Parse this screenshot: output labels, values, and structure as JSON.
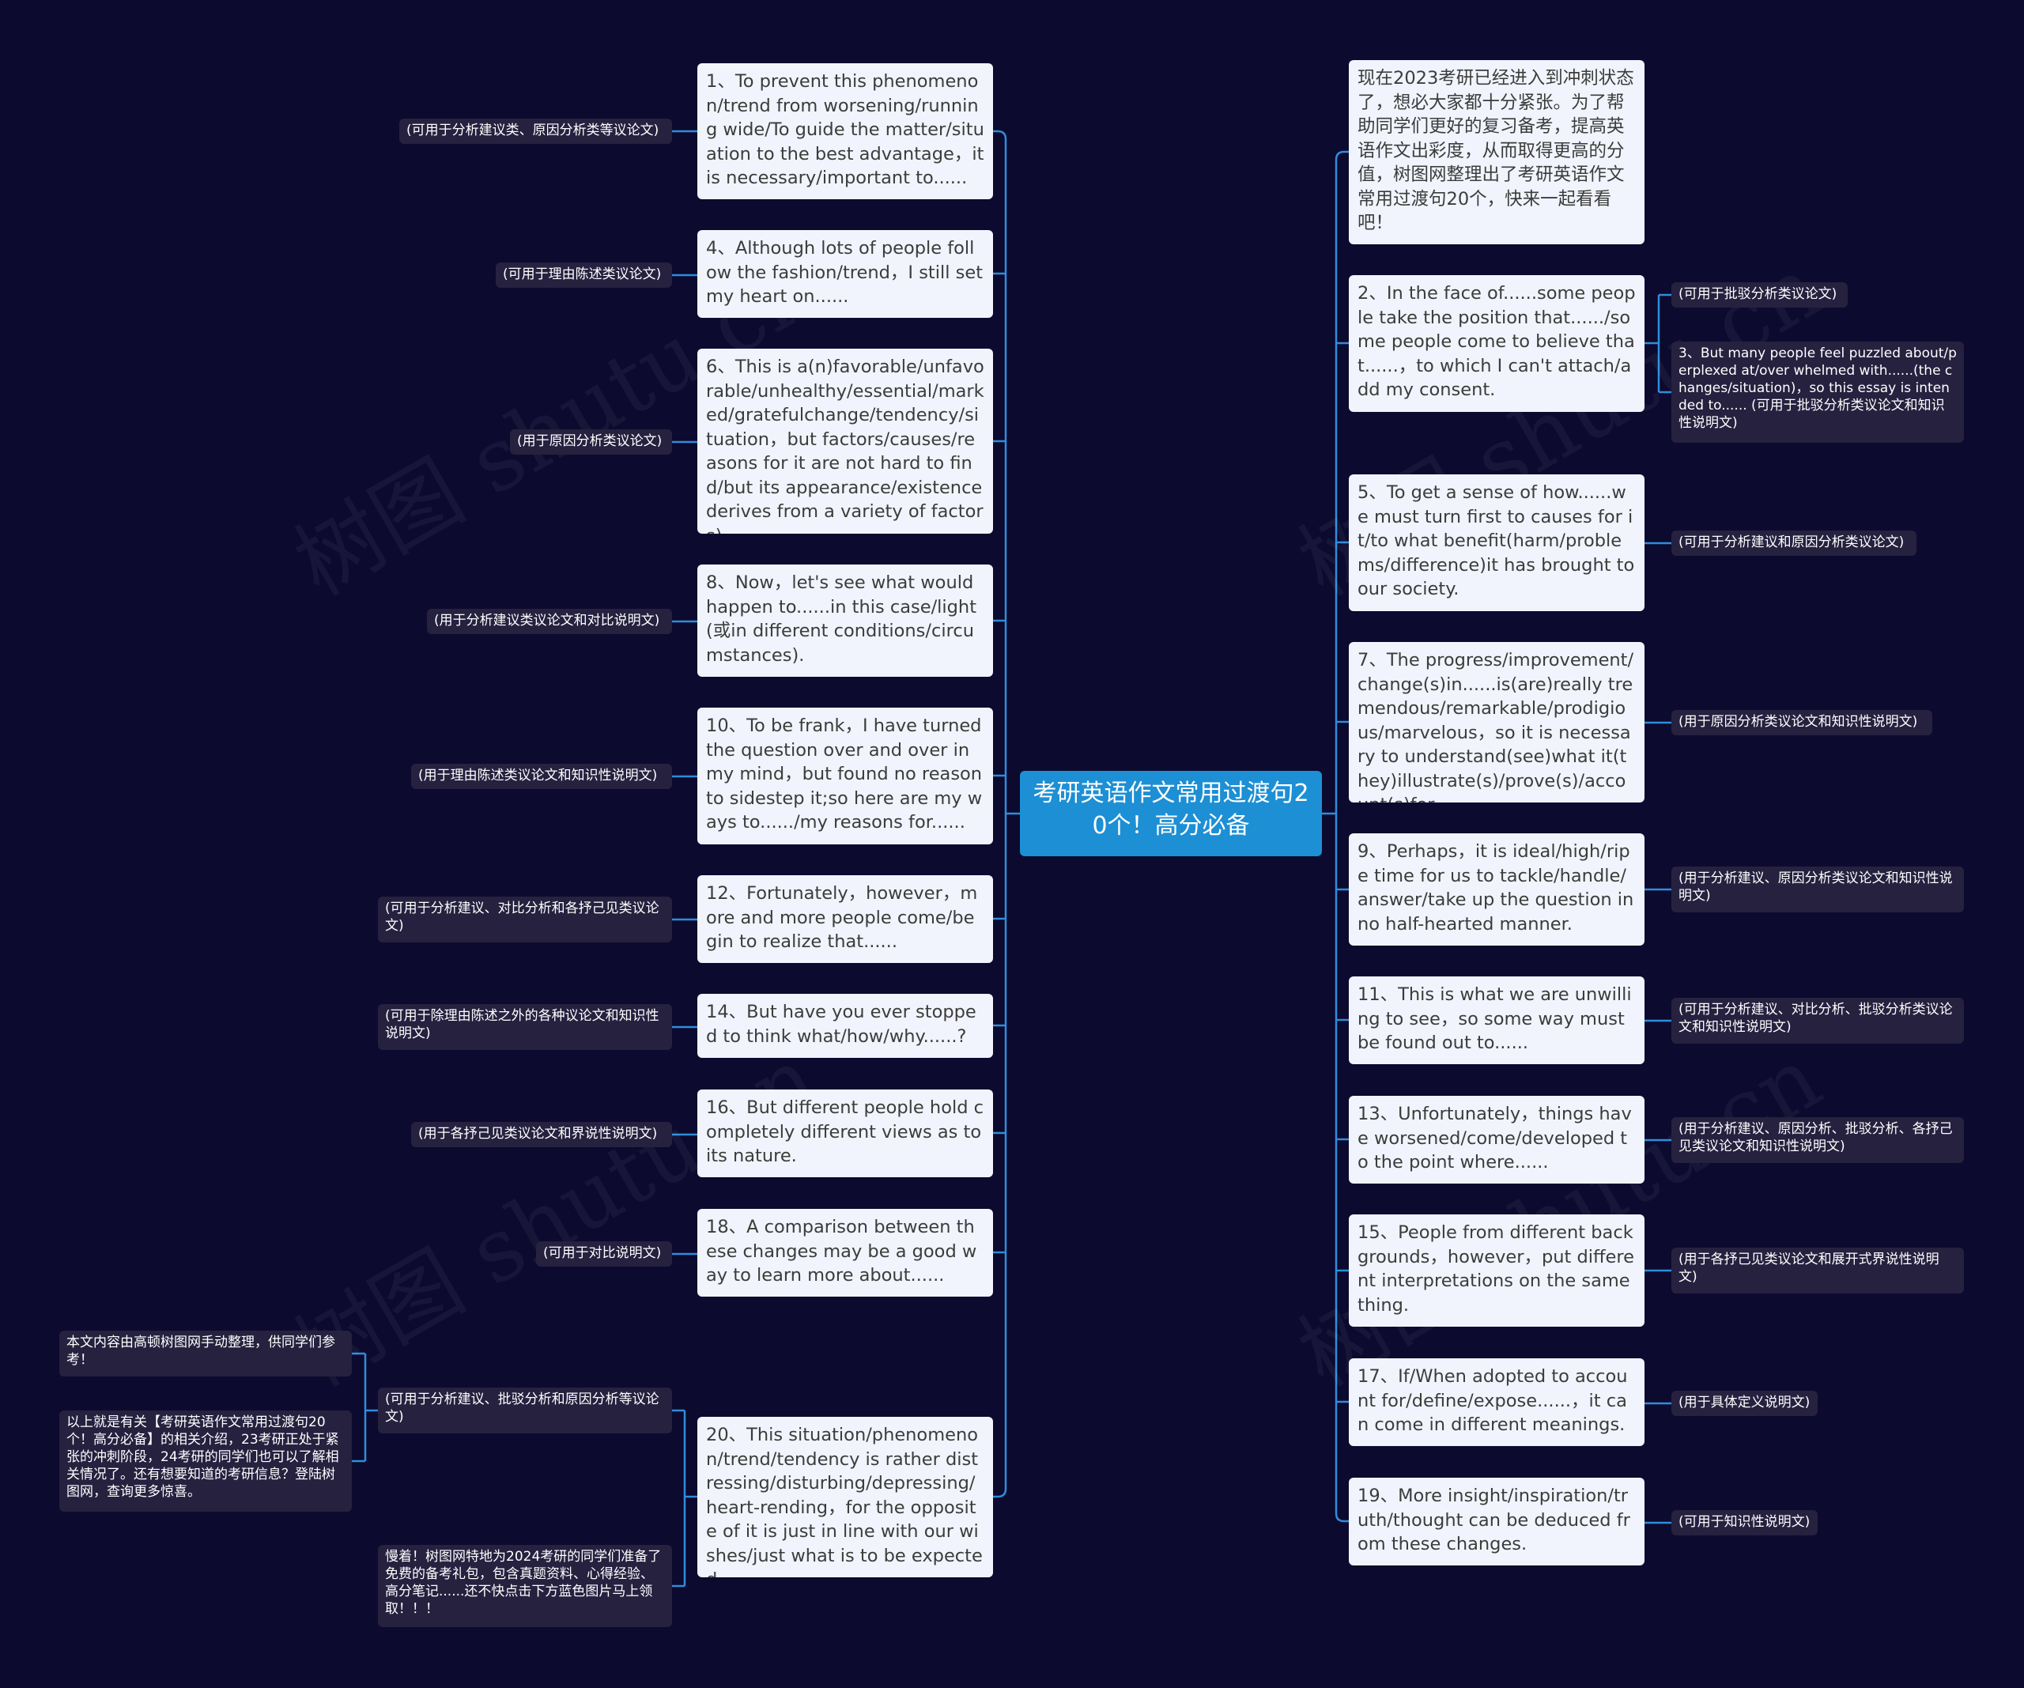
{
  "center": {
    "title": "考研英语作文常用过渡句20个！高分必备"
  },
  "left_branches": [
    {
      "text": "1、To prevent this phenomenon/trend from worsening/running wide/To guide the matter/situation to the best advantage，it is necessary/important to......",
      "note": "(可用于分析建议类、原因分析类等议论文)"
    },
    {
      "text": "4、Although lots of people follow the fashion/trend，I still set my heart on......",
      "note": "(可用于理由陈述类议论文)"
    },
    {
      "text": "6、This is a(n)favorable/unfavorable/unhealthy/essential/marked/gratefulchange/tendency/situation，but factors/causes/reasons for it are not hard to find/but its appearance/existence derives from a variety of factors)",
      "note": "(用于原因分析类议论文)"
    },
    {
      "text": "8、Now，let's see what would happen to......in this case/light(或in different conditions/circumstances).",
      "note": "(用于分析建议类议论文和对比说明文)"
    },
    {
      "text": "10、To be frank，I have turned the question over and over in my mind，but found no reason to sidestep it;so here are my ways to....../my reasons for......",
      "note": "(用于理由陈述类议论文和知识性说明文)"
    },
    {
      "text": "12、Fortunately，however，more and more people come/begin to realize that......",
      "note": "(可用于分析建议、对比分析和各抒己见类议论文)"
    },
    {
      "text": "14、But have you ever stopped to think what/how/why......?",
      "note": "(可用于除理由陈述之外的各种议论文和知识性说明文)"
    },
    {
      "text": "16、But different people hold completely different views as to its nature.",
      "note": "(用于各抒己见类议论文和界说性说明文)"
    },
    {
      "text": "18、A comparison between these changes may be a good way to learn more about......",
      "note": "(可用于对比说明文)"
    },
    {
      "text": "20、This situation/phenomenon/trend/tendency is rather distressing/disturbing/depressing/heart-rending，for the opposite of it is just in line with our wishes/just what is to be expected.",
      "note": "(可用于分析建议、批驳分析和原因分析等议论文)",
      "note2": "慢着！树图网特地为2024考研的同学们准备了免费的备考礼包，包含真题资料、心得经验、高分笔记......还不快点击下方蓝色图片马上领取！！！"
    }
  ],
  "far_left_notes": [
    "本文内容由高顿树图网手动整理，供同学们参考！",
    "以上就是有关【考研英语作文常用过渡句20个！高分必备】的相关介绍，23考研正处于紧张的冲刺阶段，24考研的同学们也可以了解相关情况了。还有想要知道的考研信息？登陆树图网，查询更多惊喜。"
  ],
  "right_branches": [
    {
      "text": "现在2023考研已经进入到冲刺状态了，想必大家都十分紧张。为了帮助同学们更好的复习备考，提高英语作文出彩度，从而取得更高的分值，树图网整理出了考研英语作文常用过渡句20个，快来一起看看吧！"
    },
    {
      "text": "2、In the face of......some people take the position that....../some people come to believe that......，to which I can't attach/add my consent.",
      "note": "(可用于批驳分析类议论文)",
      "note2": "3、But many people feel puzzled about/perplexed at/over whelmed with......(the changes/situation)，so this essay is intended to...... (可用于批驳分析类议论文和知识性说明文)"
    },
    {
      "text": "5、To get a sense of how......we must turn first to causes for it/to what benefit(harm/problems/difference)it has brought to our society.",
      "note": "(可用于分析建议和原因分析类议论文)"
    },
    {
      "text": "7、The progress/improvement/change(s)in......is(are)really tremendous/remarkable/prodigious/marvelous，so it is necessary to understand(see)what it(they)illustrate(s)/prove(s)/account(s)for.",
      "note": "(用于原因分析类议论文和知识性说明文)"
    },
    {
      "text": "9、Perhaps，it is ideal/high/ripe time for us to tackle/handle/answer/take up the question in no half-hearted manner.",
      "note": "(用于分析建议、原因分析类议论文和知识性说明文)"
    },
    {
      "text": "11、This is what we are unwilling to see，so some way must be found out to......",
      "note": "(可用于分析建议、对比分析、批驳分析类议论文和知识性说明文)"
    },
    {
      "text": "13、Unfortunately，things have worsened/come/developed to the point where......",
      "note": "(用于分析建议、原因分析、批驳分析、各抒己见类议论文和知识性说明文)"
    },
    {
      "text": "15、People from different backgrounds，however，put different interpretations on the same thing.",
      "note": "(用于各抒己见类议论文和展开式界说性说明文)"
    },
    {
      "text": "17、If/When adopted to account for/define/expose......，it can come in different meanings.",
      "note": "(用于具体定义说明文)"
    },
    {
      "text": "19、More insight/inspiration/truth/thought can be deduced from these changes.",
      "note": "(可用于知识性说明文)"
    }
  ],
  "watermark": "树图 shutu.cn",
  "colors": {
    "background": "#0c0a2e",
    "center": "#1d8fd4",
    "node": "#f1f4fc",
    "note": "#25213f",
    "link": "#2f8ddb"
  }
}
